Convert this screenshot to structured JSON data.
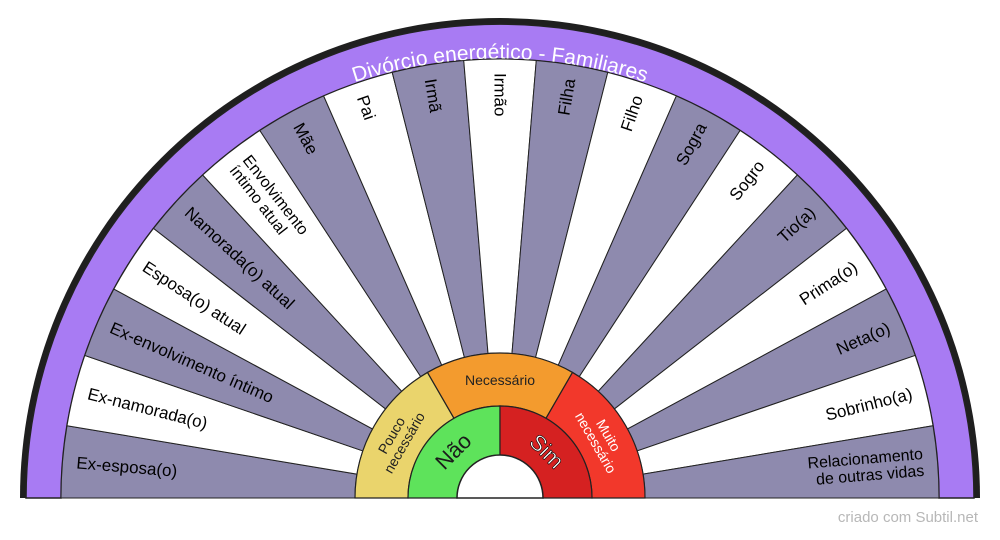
{
  "title": "Divórcio energético - Familiares",
  "sectors": [
    "Ex-esposa(o)",
    "Ex-namorada(o)",
    "Ex-envolvimento íntimo",
    "Esposa(o) atual",
    "Namorada(o) atual",
    "Envolvimento\níntimo atual",
    "Mãe",
    "Pai",
    "Irmã",
    "Irmão",
    "Filha",
    "Filho",
    "Sogra",
    "Sogro",
    "Tio(a)",
    "Prima(o)",
    "Neta(o)",
    "Sobrinho(a)",
    "Relacionamento\nde outras vidas"
  ],
  "levels": [
    "Pouco\nnecessário",
    "Necessário",
    "Muito\nnecessário"
  ],
  "answers": [
    "Não",
    "Sim"
  ],
  "colors": {
    "sector_dark": "#8e8aae",
    "sector_light": "#ffffff",
    "ring": "#a87bf3",
    "rim": "#1f1f1f",
    "level_low": "#ead46c",
    "level_mid": "#f39b2e",
    "level_high": "#f2382b",
    "answer_no": "#5ee35b",
    "answer_yes": "#d52121"
  },
  "credit": "criado com Subtil.net"
}
